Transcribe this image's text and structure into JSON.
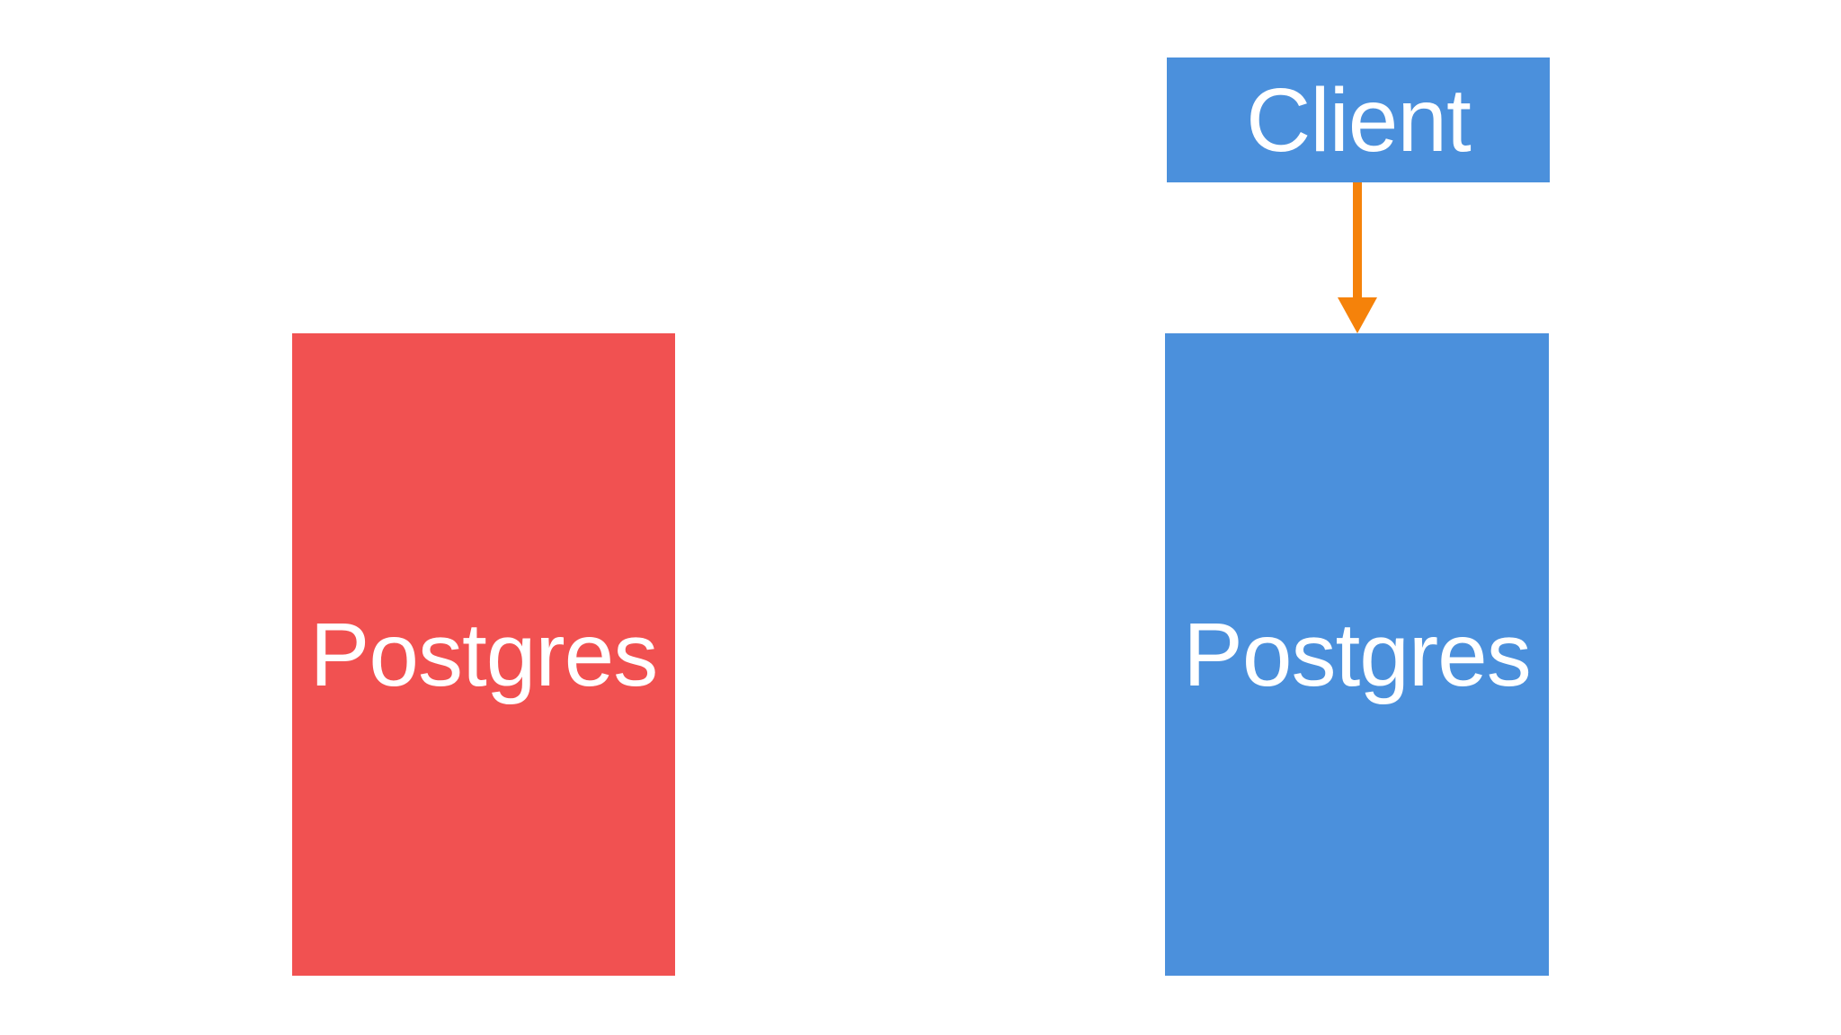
{
  "slide": {
    "background": "#ffffff"
  },
  "nodes": {
    "postgres_left": {
      "label": "Postgres",
      "fill": "#F15151",
      "text_color": "#ffffff"
    },
    "client": {
      "label": "Client",
      "fill": "#4B90DC",
      "text_color": "#ffffff"
    },
    "postgres_right": {
      "label": "Postgres",
      "fill": "#4B90DC",
      "text_color": "#ffffff"
    }
  },
  "arrow": {
    "color": "#F5820A",
    "direction": "down",
    "from": "client",
    "to": "postgres_right"
  }
}
